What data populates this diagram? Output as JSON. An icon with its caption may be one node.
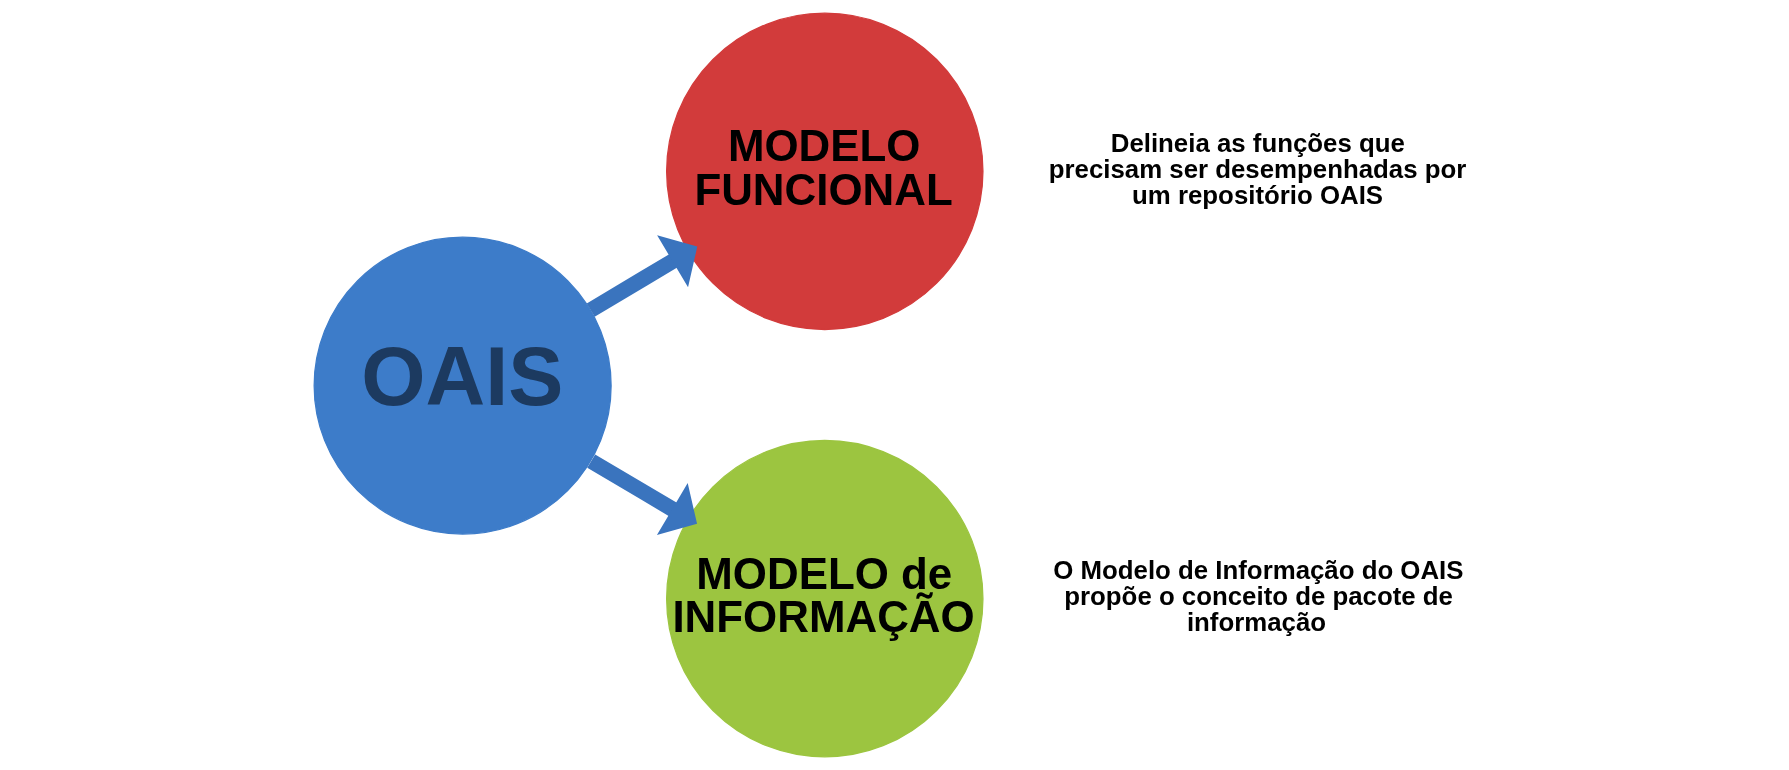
{
  "diagram": {
    "nodes": [
      {
        "text": [
          "OAIS"
        ]
      },
      {
        "text": [
          "MODELO FUNCIONAL"
        ],
        "beside": [
          "Delineia as funções que precisam ser desempenhadas por um repositório OAIS"
        ]
      },
      {
        "text": [
          "MODELO de INFORMAÇÃO"
        ],
        "beside": [
          "O Modelo de Informação do OAIS propõe o conceito de pacote de informação"
        ]
      }
    ],
    "edges": [
      {
        "from": 0,
        "to": 1,
        "arrow": "to"
      },
      {
        "from": 0,
        "to": 2,
        "arrow": "to"
      }
    ]
  }
}
